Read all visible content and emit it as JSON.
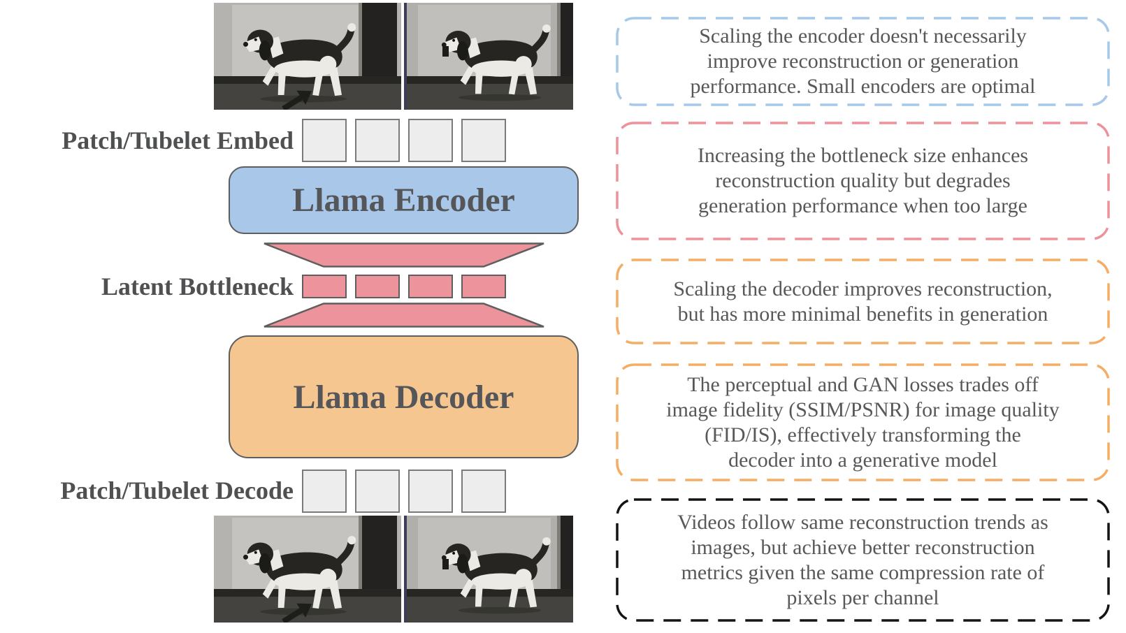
{
  "diagram": {
    "labels": {
      "embed": "Patch/Tubelet Embed",
      "bottleneck": "Latent Bottleneck",
      "decode": "Patch/Tubelet Decode",
      "encoder": "Llama Encoder",
      "decoder": "Llama Decoder"
    },
    "tokens": {
      "embed_count": 4,
      "latent_count": 4,
      "decode_count": 4
    },
    "colors": {
      "encoder_fill": "#a9c7e8",
      "decoder_fill": "#f6c690",
      "bottleneck_fill": "#ec939b",
      "token_fill": "#ededed",
      "outline": "#5e5e5e",
      "label_text": "#4f5052"
    },
    "video": {
      "subject": "beagle dog walking, two grayscale video frames (input top, reconstruction bottom)"
    }
  },
  "annotations": [
    {
      "color": "#a6c9ea",
      "lines": [
        "Scaling the encoder doesn't necessarily",
        "improve reconstruction or generation",
        "performance. Small encoders are optimal"
      ]
    },
    {
      "color": "#ee929a",
      "lines": [
        "Increasing the bottleneck size enhances",
        "reconstruction quality but degrades",
        "generation performance when too large"
      ]
    },
    {
      "color": "#f5ad65",
      "lines": [
        "Scaling the decoder improves reconstruction,",
        "but has more minimal benefits in generation"
      ]
    },
    {
      "color": "#f5ad65",
      "lines": [
        "The perceptual and GAN losses trades off",
        "image fidelity (SSIM/PSNR) for image quality",
        "(FID/IS), effectively transforming the",
        "decoder into a generative model"
      ]
    },
    {
      "color": "#141414",
      "lines": [
        "Videos follow same reconstruction trends as",
        "images, but achieve better reconstruction",
        "metrics given the same compression rate of",
        "pixels per channel"
      ]
    }
  ]
}
